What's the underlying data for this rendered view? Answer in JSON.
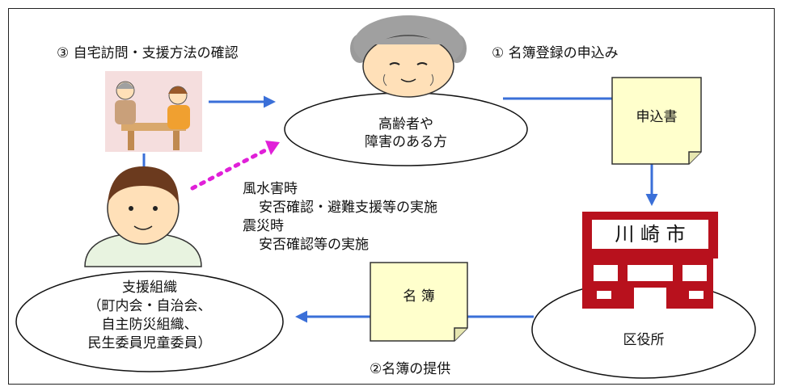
{
  "steps": {
    "step3": "③ 自宅訪問・支援方法の確認",
    "step1": "① 名簿登録の申込み",
    "step2": "②名簿の提供"
  },
  "elderly": {
    "line1": "高齢者や",
    "line2": "障害のある方"
  },
  "application_doc": "申込書",
  "roster_doc": "名 簿",
  "city_sign": "川 崎 市",
  "ward_office": "区役所",
  "support_org": {
    "title": "支援組織",
    "line1": "（町内会・自治会、",
    "line2": "自主防災組織、",
    "line3": "民生委員児童委員）"
  },
  "disaster": {
    "flood": "風水害時",
    "flood_action": "安否確認・避難支援等の実施",
    "quake": "震災時",
    "quake_action": "安否確認等の実施"
  },
  "colors": {
    "arrow_blue": "#3a6fd8",
    "dotted_magenta": "#e020d8",
    "note_yellow": "#ffffcc",
    "building_red": "#b8111d"
  }
}
